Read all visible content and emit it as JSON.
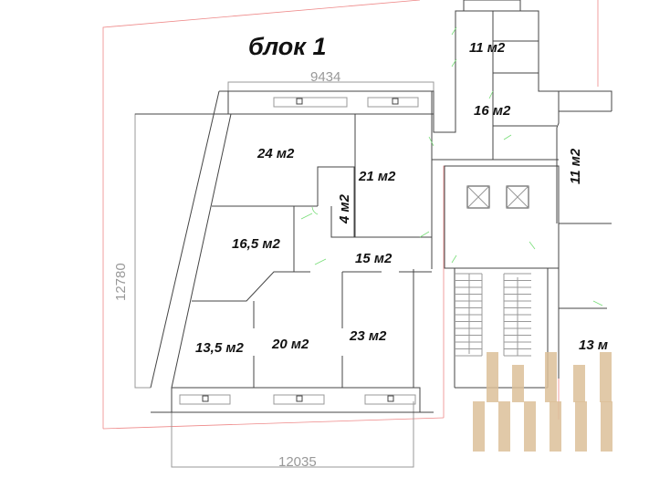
{
  "title": "блок 1",
  "dimensions": {
    "top": "9434",
    "left": "12780",
    "bottom": "12035"
  },
  "rooms": [
    {
      "label": "24 м2"
    },
    {
      "label": "21 м2"
    },
    {
      "label": "4 м2"
    },
    {
      "label": "16,5 м2"
    },
    {
      "label": "15 м2"
    },
    {
      "label": "13,5 м2"
    },
    {
      "label": "20 м2"
    },
    {
      "label": "23 м2"
    },
    {
      "label": "11 м2"
    },
    {
      "label": "16 м2"
    },
    {
      "label": "11 м2"
    },
    {
      "label": "13 м"
    }
  ],
  "colors": {
    "wall": "#444444",
    "boundary": "#ee8888",
    "door": "#77dd77",
    "watermark": "#dcbf99"
  }
}
